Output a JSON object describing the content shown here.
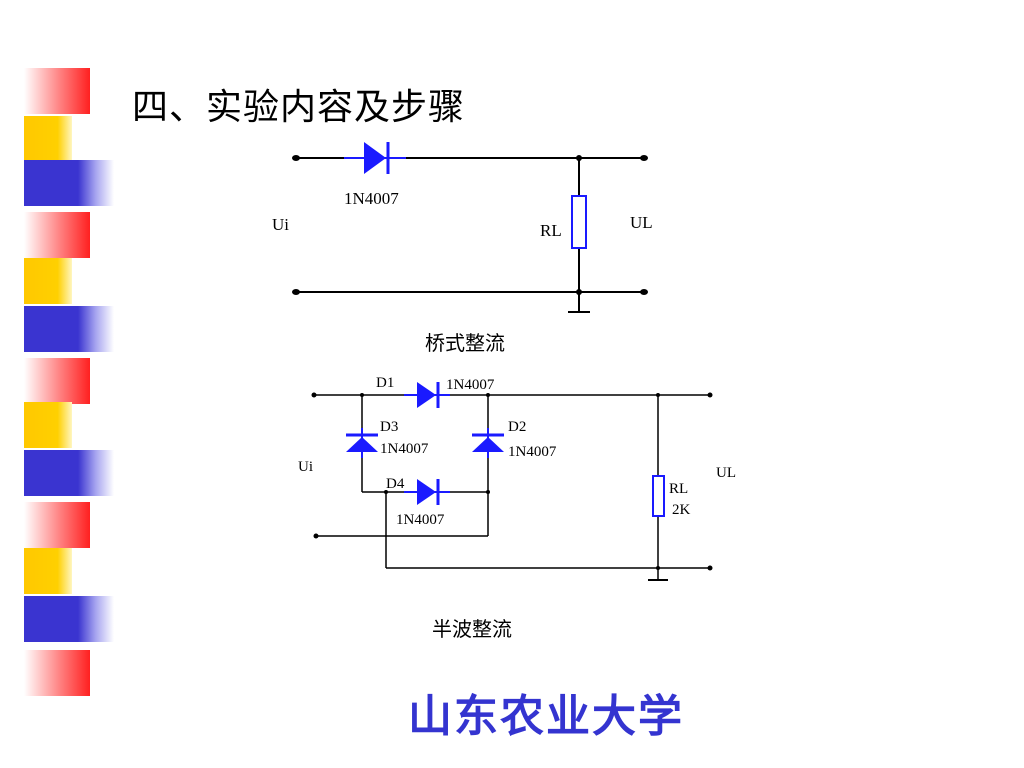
{
  "title": "四、实验内容及步骤",
  "footer": "山东农业大学",
  "circuit1": {
    "caption": "桥式整流",
    "diode_label": "1N4007",
    "input_label": "Ui",
    "resistor_label": "RL",
    "output_label": "UL"
  },
  "circuit2": {
    "caption": "半波整流",
    "d1": "D1",
    "d1_model": "1N4007",
    "d2": "D2",
    "d2_model": "1N4007",
    "d3": "D3",
    "d3_model": "1N4007",
    "d4": "D4",
    "d4_model": "1N4007",
    "input_label": "Ui",
    "resistor_label": "RL",
    "resistor_value": "2K",
    "output_label": "UL"
  },
  "colors": {
    "diode": "#1a1aff",
    "resistor": "#1a1aff",
    "wire": "#000000",
    "footer": "#3434d0"
  }
}
